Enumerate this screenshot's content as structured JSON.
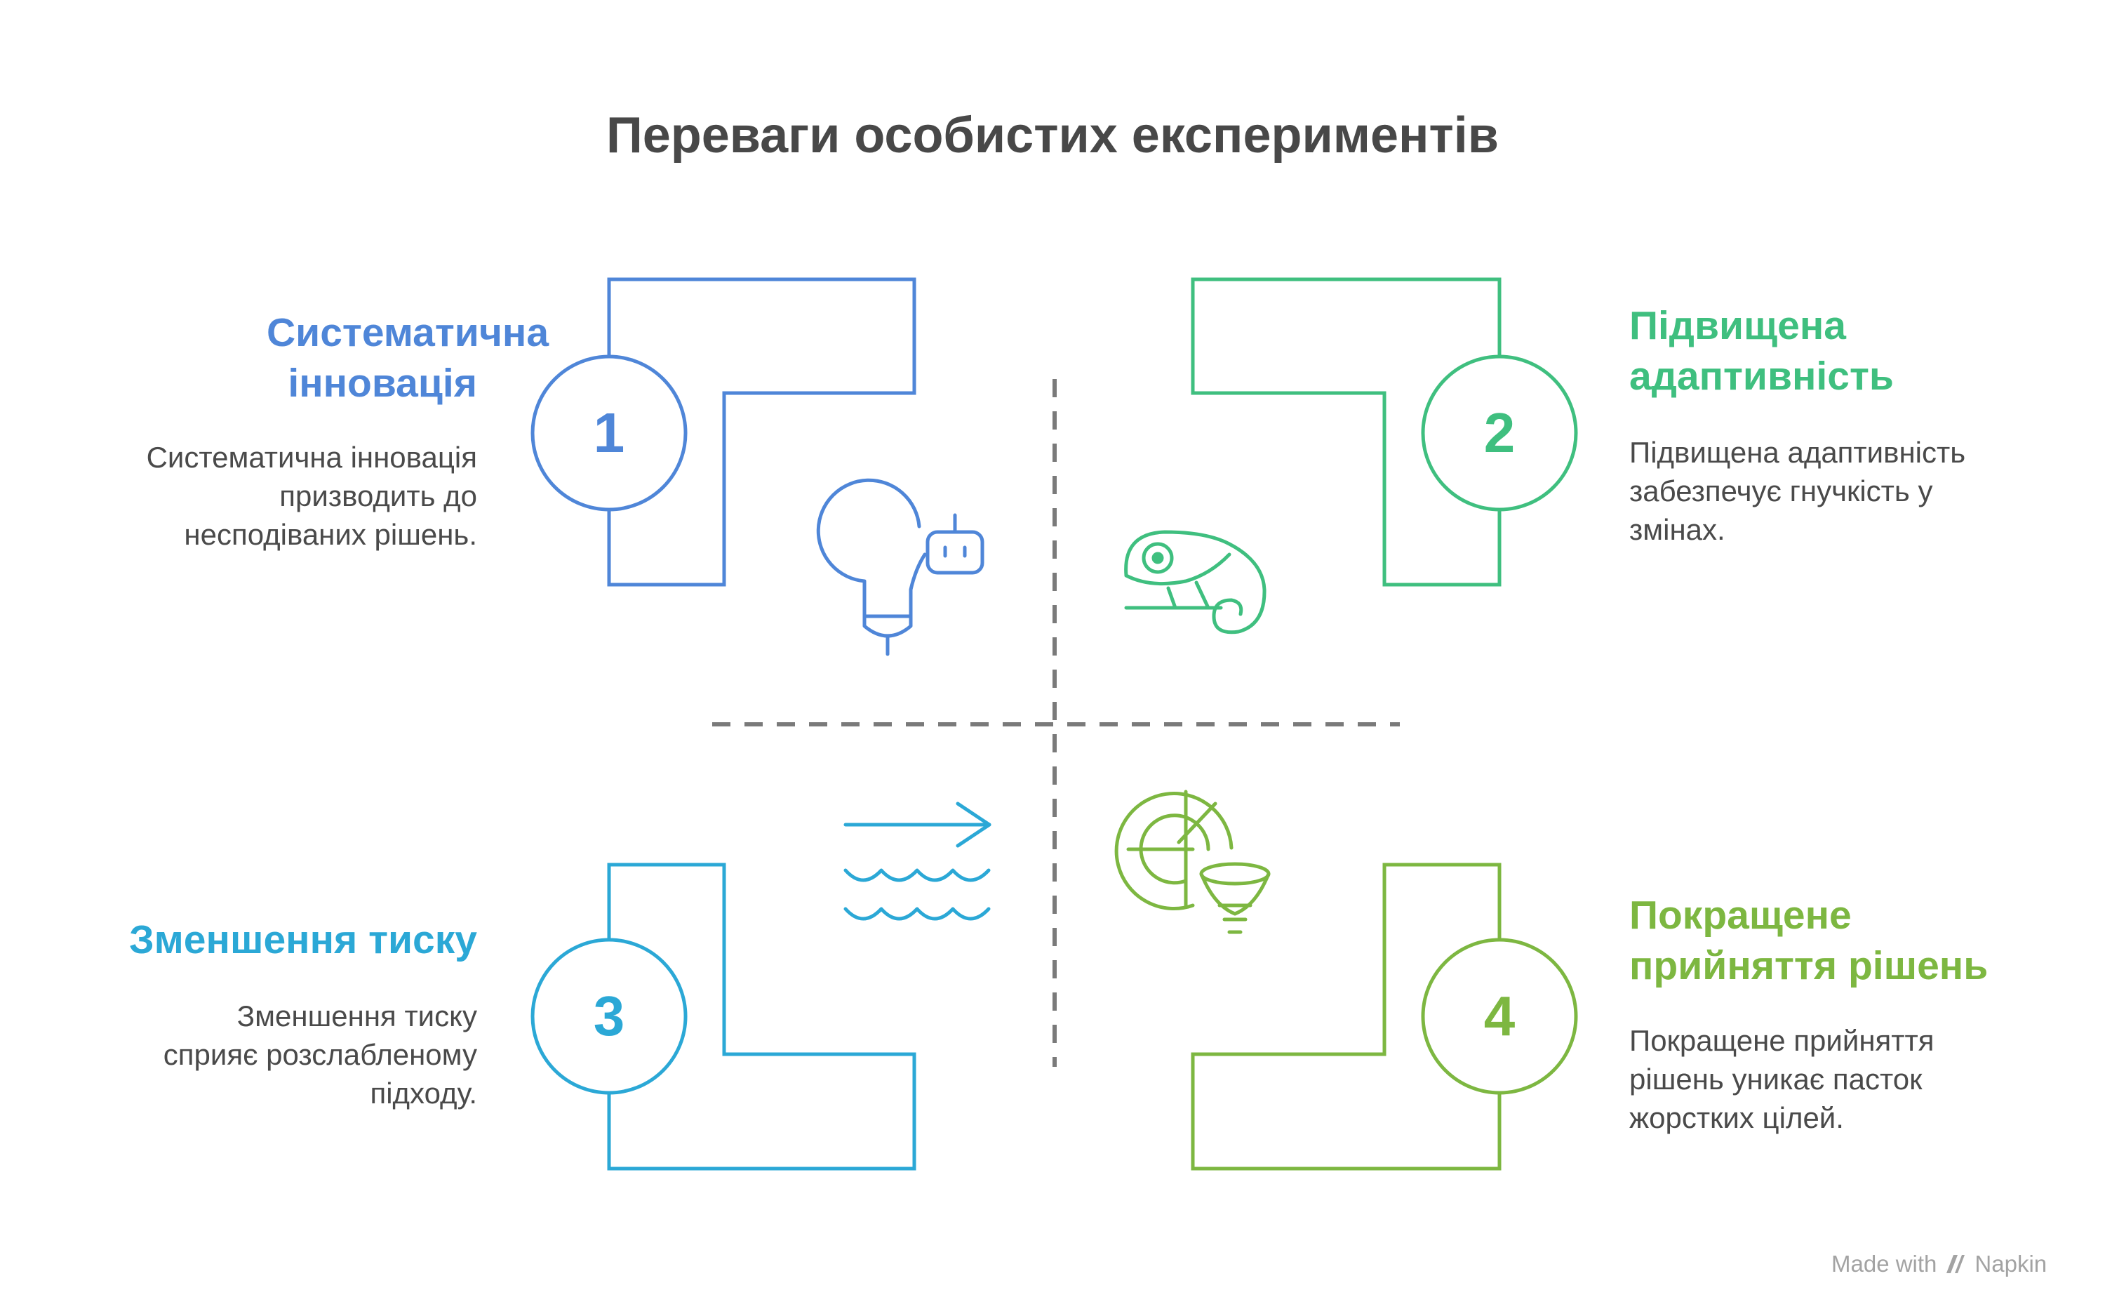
{
  "title": "Переваги особистих експериментів",
  "items": [
    {
      "number": "1",
      "heading_lines": [
        "Систематична",
        "інновація"
      ],
      "description_lines": [
        "Систематична інновація",
        "призводить до",
        "несподіваних рішень."
      ],
      "color": "#4f86d8",
      "icon": "lightbulb-robot-icon"
    },
    {
      "number": "2",
      "heading_lines": [
        "Підвищена",
        "адаптивність"
      ],
      "description_lines": [
        "Підвищена адаптивність",
        "забезпечує гнучкість у",
        "змінах."
      ],
      "color": "#3fbf7f",
      "icon": "chameleon-icon"
    },
    {
      "number": "3",
      "heading_lines": [
        "Зменшення тиску"
      ],
      "description_lines": [
        "Зменшення тиску",
        "сприяє розслабленому",
        "підходу."
      ],
      "color": "#2ba8d6",
      "icon": "flow-waves-icon"
    },
    {
      "number": "4",
      "heading_lines": [
        "Покращене",
        "прийняття рішень"
      ],
      "description_lines": [
        "Покращене прийняття",
        "рішень уникає пасток",
        "жорстких цілей."
      ],
      "color": "#7db741",
      "icon": "radar-funnel-icon"
    }
  ],
  "footer": {
    "made_with": "Made with",
    "brand": "Napkin",
    "icon": "napkin-logo-icon"
  },
  "divider_color": "#7a7a7a"
}
